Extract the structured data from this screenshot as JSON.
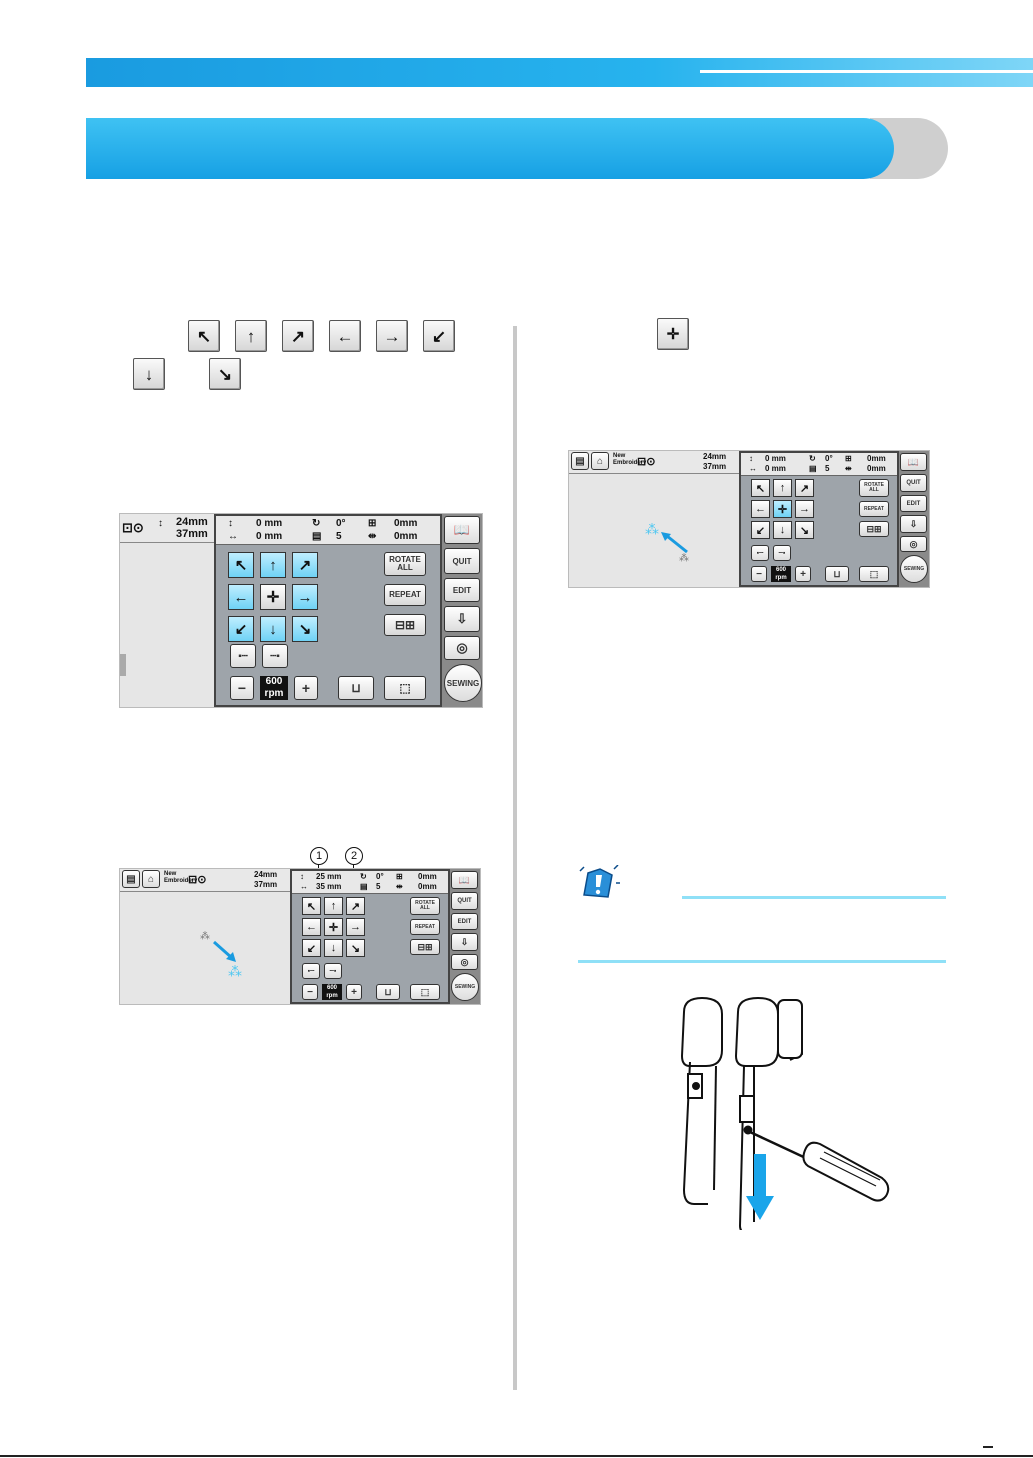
{
  "screen_a": {
    "size_h": "24mm",
    "size_w": "37mm",
    "pos_v": "0 mm",
    "pos_h": "0 mm",
    "angle": "0°",
    "color_count": "5",
    "offset_v": "0mm",
    "offset_h": "0mm",
    "rotate_all": "ROTATE ALL",
    "repeat": "REPEAT",
    "quit": "QUIT",
    "edit": "EDIT",
    "speed_value": "600",
    "speed_unit": "rpm",
    "minus": "−",
    "plus": "+",
    "sewing": "SEWING"
  },
  "screen_b": {
    "new_embroidery": "New Embroidery",
    "size_h": "24mm",
    "size_w": "37mm",
    "pos_v": "25 mm",
    "pos_h": "35 mm",
    "angle": "0°",
    "color_count": "5",
    "offset_v": "0mm",
    "offset_h": "0mm",
    "callout_1": "1",
    "callout_2": "2"
  },
  "screen_c": {
    "pos_v": "0 mm",
    "pos_h": "0 mm"
  },
  "arrows": [
    "↖",
    "↑",
    "↗",
    "←",
    "→",
    "↙",
    "↓",
    "↘"
  ],
  "center_icon": "✛"
}
